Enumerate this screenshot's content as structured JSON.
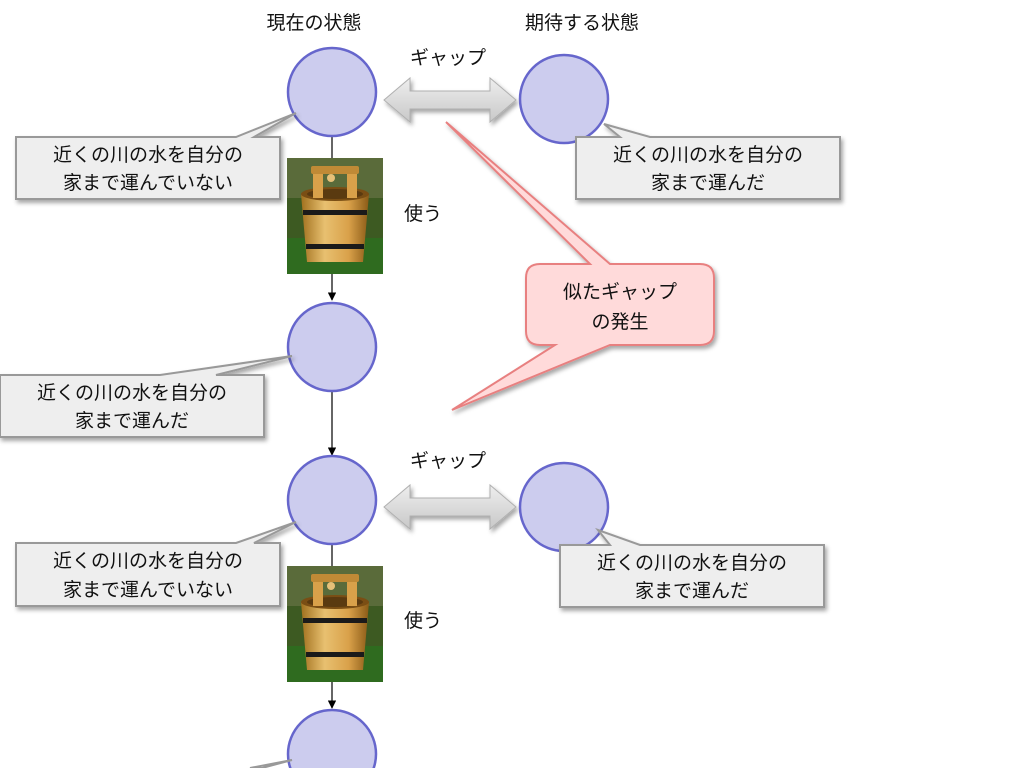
{
  "headers": {
    "current": "現在の状態",
    "expected": "期待する状態"
  },
  "gap_label": "ギャップ",
  "use_label": "使う",
  "state_not_carried": [
    "近くの川の水を自分の",
    "家まで運んでいない"
  ],
  "state_carried": [
    "近くの川の水を自分の",
    "家まで運んだ"
  ],
  "similar_gap_callout": [
    "似たギャップ",
    "の発生"
  ],
  "bucket_image": "wooden-bucket",
  "colors": {
    "node_fill": "#ccccee",
    "node_stroke": "#6666cc",
    "callout_fill": "#eeeeee",
    "callout_stroke": "#999999",
    "arrow_fill": "#d6d6d6",
    "red_callout_fill": "#ffdada",
    "red_callout_stroke": "#e88080"
  }
}
